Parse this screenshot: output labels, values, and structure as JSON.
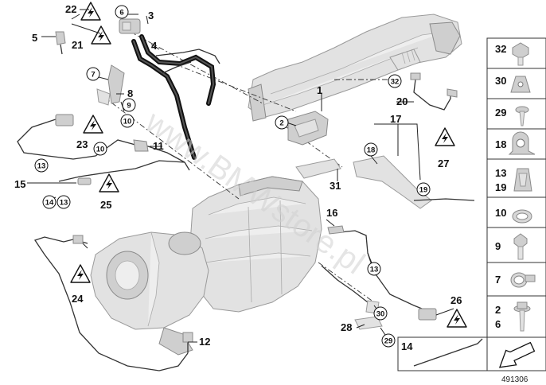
{
  "callouts": {
    "c1": "1",
    "c2": "2",
    "c3": "3",
    "c4": "4",
    "c5": "5",
    "c6": "6",
    "c7": "7",
    "c8": "8",
    "c9": "9",
    "c10a": "10",
    "c10b": "10",
    "c11": "11",
    "c12": "12",
    "c13a": "13",
    "c13b": "13",
    "c13c": "13",
    "c14": "14",
    "c14b": "14",
    "c15": "15",
    "c16": "16",
    "c17": "17",
    "c18": "18",
    "c19": "19",
    "c20": "20",
    "c21": "21",
    "c22": "22",
    "c23": "23",
    "c24": "24",
    "c25": "25",
    "c26": "26",
    "c27": "27",
    "c28": "28",
    "c29": "29",
    "c30": "30",
    "c31": "31",
    "c32": "32"
  },
  "sidebar": {
    "items": [
      {
        "label": "32",
        "icon": "bolt-hex-icon"
      },
      {
        "label": "30",
        "icon": "clip-nut-icon"
      },
      {
        "label": "29",
        "icon": "screw-icon"
      },
      {
        "label": "18",
        "icon": "pipe-clamp-icon"
      },
      {
        "label": "13",
        "label2": "19",
        "icon": "cable-clip-icon"
      },
      {
        "label": "10",
        "icon": "sealing-ring-icon"
      },
      {
        "label": "9",
        "icon": "banjo-bolt-icon"
      },
      {
        "label": "7",
        "icon": "hose-clamp-icon"
      },
      {
        "label": "2",
        "label2": "6",
        "icon": "flange-screw-icon"
      }
    ]
  },
  "bottom_panel": {
    "label": "14"
  },
  "watermark": "www.BMWstore.pl",
  "diagram_number": "491306"
}
